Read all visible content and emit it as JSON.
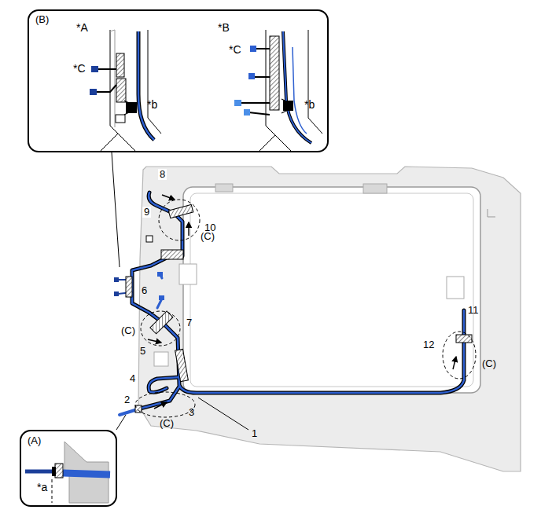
{
  "diagram": {
    "nodes": [
      {
        "text": [
          "(B)",
          "*A",
          "*B",
          "*C",
          "*C",
          "*b",
          "*b"
        ]
      },
      {
        "text": [
          "(A)",
          "*a"
        ]
      }
    ],
    "labels": [
      "8",
      "9",
      "10",
      "(C)",
      "6",
      "7",
      "(C)",
      "5",
      "4",
      "2",
      "3",
      "(C)",
      "1",
      "11",
      "12",
      "(C)"
    ]
  }
}
